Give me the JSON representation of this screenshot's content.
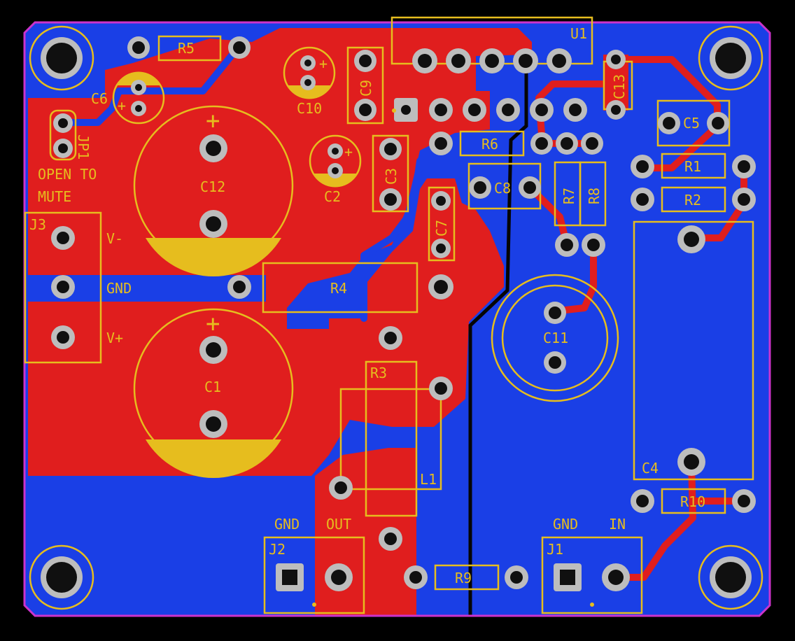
{
  "board": {
    "colors": {
      "background": "#000000",
      "outline": "#cc33cc",
      "bottom_copper": "#1a3fe6",
      "top_copper": "#e01e1e",
      "silkscreen": "#e6bd1e",
      "pad_ring": "#bdbdbd",
      "drill": "#101010"
    }
  },
  "labels": {
    "u1": "U1",
    "r5": "R5",
    "c6": "C6",
    "c10": "C10",
    "c9": "C9",
    "c13": "C13",
    "c5": "C5",
    "r6": "R6",
    "r1": "R1",
    "r2": "R2",
    "jp1": "JP1",
    "open_to": "OPEN TO",
    "mute": "MUTE",
    "c12": "C12",
    "c2": "C2",
    "c3": "C3",
    "c8": "C8",
    "r7": "R7",
    "r8": "R8",
    "c7": "C7",
    "j3": "J3",
    "v_minus": "V-",
    "gnd": "GND",
    "v_plus": "V+",
    "r4": "R4",
    "c11": "C11",
    "r3": "R3",
    "c1": "C1",
    "c4": "C4",
    "l1": "L1",
    "r10": "R10",
    "j2_gnd": "GND",
    "j2_out": "OUT",
    "j2": "J2",
    "r9": "R9",
    "j1_gnd": "GND",
    "j1_in": "IN",
    "j1": "J1",
    "plus_c12": "+",
    "plus_c1": "+",
    "plus_small": "+"
  }
}
